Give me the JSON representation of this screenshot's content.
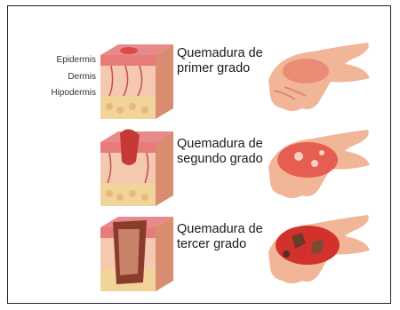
{
  "labels": {
    "epidermis": "Epidermis",
    "dermis": "Dermis",
    "hypodermis": "Hipodermis"
  },
  "burns": [
    {
      "line1": "Quemadura de",
      "line2": "primer grado"
    },
    {
      "line1": "Quemadura de",
      "line2": "segundo grado"
    },
    {
      "line1": "Quemadura de",
      "line2": "tercer grado"
    }
  ],
  "colors": {
    "skin": "#f1b597",
    "skin_shadow": "#d98d70",
    "epidermis": "#e88a8a",
    "dermis": "#f5c9b0",
    "hypodermis": "#f0d49a",
    "burn_red": "#e2403a",
    "char": "#6b3a2a"
  }
}
